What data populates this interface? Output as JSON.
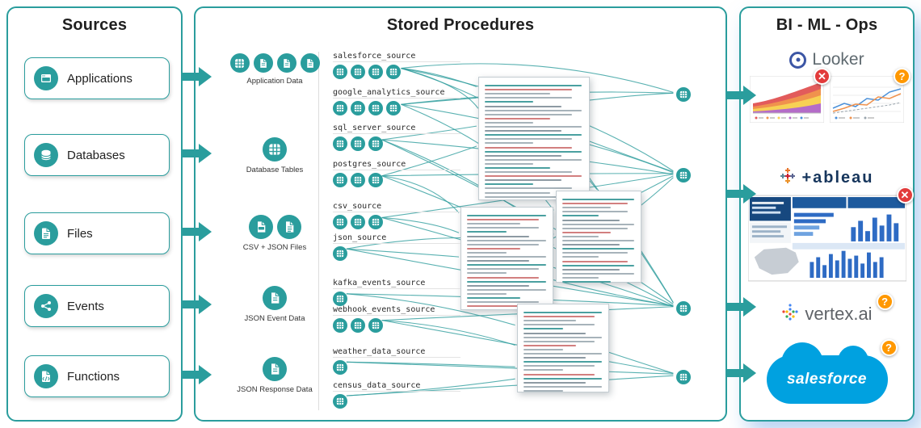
{
  "panels": {
    "sources": {
      "title": "Sources",
      "items": [
        {
          "label": "Applications",
          "icon": "applications-icon"
        },
        {
          "label": "Databases",
          "icon": "database-icon"
        },
        {
          "label": "Files",
          "icon": "files-icon"
        },
        {
          "label": "Events",
          "icon": "events-icon"
        },
        {
          "label": "Functions",
          "icon": "functions-icon"
        }
      ]
    },
    "stored_procedures": {
      "title": "Stored Procedures",
      "data_groups": [
        {
          "label": "Application Data",
          "icon_count": 4
        },
        {
          "label": "Database Tables",
          "icon_count": 1
        },
        {
          "label": "CSV + JSON Files",
          "icon_count": 2
        },
        {
          "label": "JSON Event Data",
          "icon_count": 1
        },
        {
          "label": "JSON Response Data",
          "icon_count": 1
        }
      ],
      "source_groups": [
        {
          "label": "salesforce_source",
          "nodes": 4
        },
        {
          "label": "google_analytics_source",
          "nodes": 4
        },
        {
          "label": "sql_server_source",
          "nodes": 3
        },
        {
          "label": "postgres_source",
          "nodes": 3
        },
        {
          "label": "csv_source",
          "nodes": 3
        },
        {
          "label": "json_source",
          "nodes": 1
        },
        {
          "label": "kafka_events_source",
          "nodes": 1
        },
        {
          "label": "webhook_events_source",
          "nodes": 3
        },
        {
          "label": "weather_data_source",
          "nodes": 1
        },
        {
          "label": "census_data_source",
          "nodes": 1
        }
      ],
      "output_node_count": 4
    },
    "bi_ml_ops": {
      "title": "BI - ML - Ops",
      "tools": [
        {
          "name": "Looker",
          "badges": [
            "error",
            "question"
          ]
        },
        {
          "name": "+ableau",
          "badges": [
            "error"
          ]
        },
        {
          "name": "vertex.ai",
          "badges": [
            "question"
          ]
        },
        {
          "name": "salesforce",
          "badges": [
            "question"
          ]
        }
      ]
    }
  },
  "badges": {
    "error": "✕",
    "question": "?"
  },
  "colors": {
    "teal": "#2a9d9d",
    "error_red": "#e23b3b",
    "warning_orange": "#ff9800",
    "salesforce_blue": "#00a1e0",
    "tableau_navy": "#16355c",
    "looker_gray": "#5f6a70"
  }
}
